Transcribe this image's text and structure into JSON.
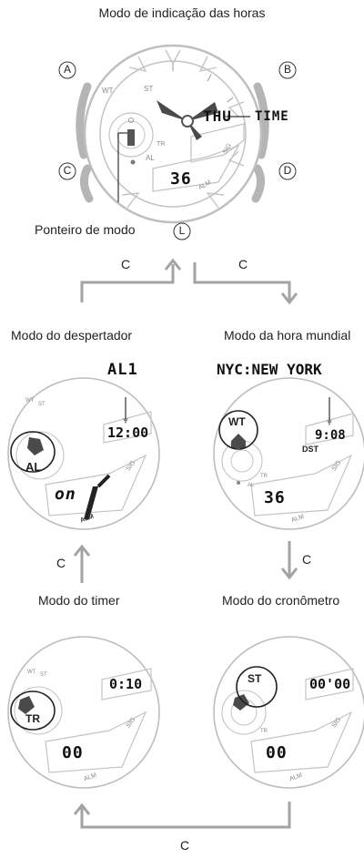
{
  "titles": {
    "timekeeping": "Modo de indicação das horas",
    "alarm": "Modo do despertador",
    "world_time": "Modo da hora mundial",
    "timer": "Modo do timer",
    "stopwatch": "Modo do cronômetro"
  },
  "buttons": {
    "a": "A",
    "b": "B",
    "c": "C",
    "d": "D",
    "l": "L"
  },
  "top_watch": {
    "day": "THU",
    "time_label": "TIME",
    "digits": "36",
    "hand_label": "Ponteiro de modo",
    "dial_labels": {
      "wt": "WT",
      "st": "ST",
      "tr": "TR",
      "al": "AL",
      "sig": "SIG",
      "alm": "ALM"
    }
  },
  "alarm_watch": {
    "header": "AL1",
    "time": "12:00",
    "bottom": "on",
    "badge": "AL",
    "small": {
      "wt": "WT",
      "st": "ST",
      "sig": "SIG",
      "alm": "ALM"
    }
  },
  "world_watch": {
    "header": "NYC:NEW YORK",
    "time": "9:08",
    "dst": "DST",
    "digits": "36",
    "badge": "WT",
    "small": {
      "tr": "TR",
      "al": "AL",
      "sig": "SIG",
      "alm": "ALM"
    }
  },
  "timer_watch": {
    "time": "0:10",
    "digits": "00",
    "badge": "TR",
    "small": {
      "wt": "WT",
      "st": "ST",
      "sig": "SIG",
      "alm": "ALM"
    }
  },
  "stopwatch_watch": {
    "time": "00'00",
    "digits": "00",
    "badge": "ST",
    "small": {
      "tr": "TR",
      "sig": "SIG",
      "alm": "ALM"
    }
  },
  "flow_labels": {
    "top_left": "C",
    "top_right": "C",
    "left": "C",
    "right": "C",
    "bottom": "C"
  }
}
